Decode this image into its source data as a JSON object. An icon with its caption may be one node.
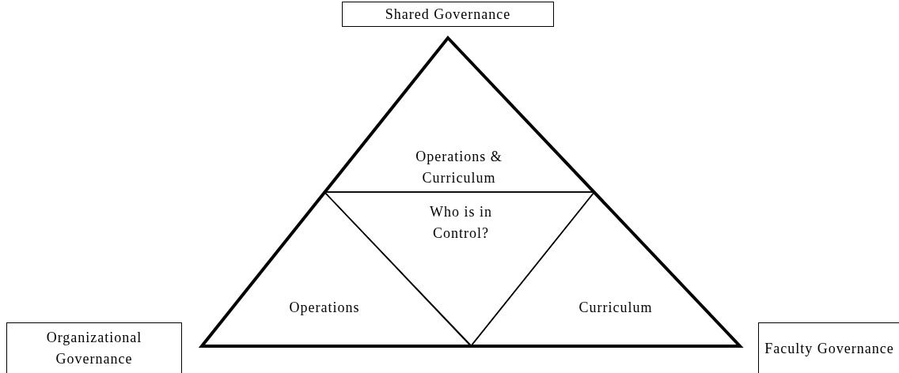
{
  "diagram": {
    "nodes": [
      {
        "text": [
          "Shared Governance"
        ]
      },
      {
        "text": [],
        "shape": "triangle"
      },
      {
        "text": [
          "Operations & Curriculum"
        ],
        "in": 1
      },
      {
        "text": [
          "Who is in Control?"
        ],
        "in": 1
      },
      {
        "text": [
          "Operations"
        ],
        "in": 1
      },
      {
        "text": [
          "Curriculum"
        ],
        "in": 1
      },
      {
        "text": [
          "Organizational Governance"
        ]
      },
      {
        "text": [
          "Faculty Governance"
        ]
      }
    ]
  }
}
